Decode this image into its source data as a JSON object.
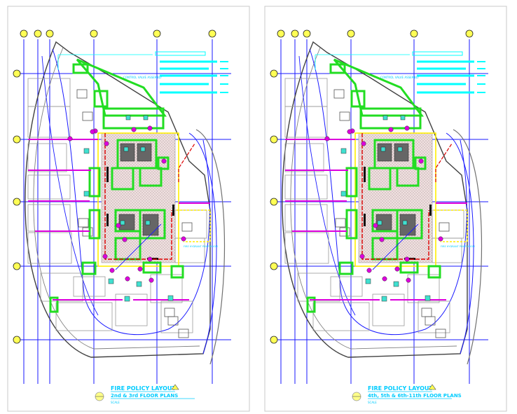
{
  "sheets": [
    {
      "title": "FIRE POLICY LAYOUT",
      "subtitle": "2nd & 3rd FLOOR PLANS",
      "scale_note": "SCALE",
      "note_main": "CONTROL VALVE ASSEMBLY",
      "note_side": "FIRE HYDRANT PUMP ROOM"
    },
    {
      "title": "FIRE POLICY LAYOUT",
      "subtitle": "4th, 5th & 6th-11th FLOOR PLANS",
      "scale_note": "SCALE",
      "note_main": "CONTROL VALVE ASSEMBLY",
      "note_side": "FIRE HYDRANT PUMP ROOM"
    }
  ],
  "colors": {
    "grid": "#1a1aff",
    "wall": "#404040",
    "core": "#22dd22",
    "sprinkler": "#dd00dd",
    "pipe": "#dd0000",
    "corridor": "#ffee00",
    "text": "#00ccff",
    "legend": "#00ffff",
    "equipment": "#40e0d0"
  }
}
